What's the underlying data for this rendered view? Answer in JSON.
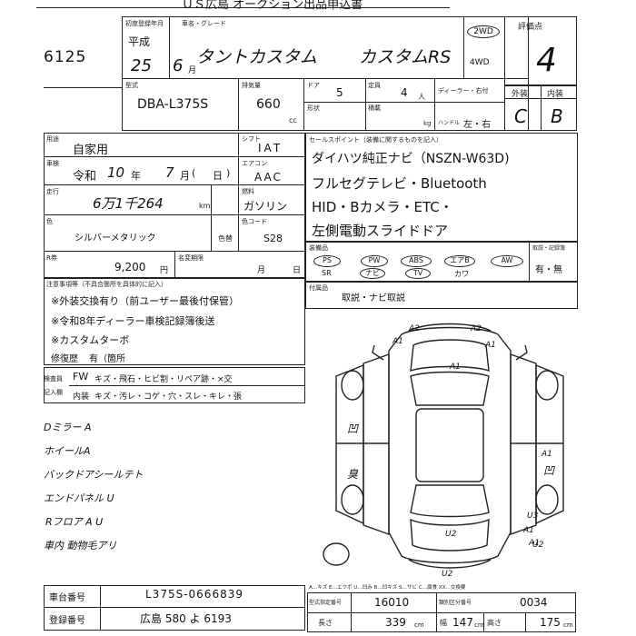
{
  "header": {
    "title": "ＵＳ広島 オークション出品申込書"
  },
  "lot": {
    "number": "6125"
  },
  "registration": {
    "label": "初度登録年月",
    "era": "平成",
    "year": "25",
    "month": "6",
    "month_unit": "月"
  },
  "model": {
    "label": "車名・グレード",
    "name": "タントカスタム",
    "grade": "カスタムRS",
    "drive_2wd": "2WD",
    "drive_4wd": "4WD"
  },
  "score": {
    "label": "評価点",
    "value": "4"
  },
  "type_code": {
    "label": "型式",
    "value": "DBA-L375S"
  },
  "engine": {
    "label": "排気量",
    "value": "660",
    "unit": "cc"
  },
  "doors": {
    "label": "ドア",
    "value": "5"
  },
  "seats": {
    "label": "定員",
    "value": "4",
    "unit": "人"
  },
  "dealer": {
    "label": "ディーラー・右付",
    "handle_label": "ハンドル",
    "handle_value": "左・右"
  },
  "load": {
    "label": "形状",
    "load_label": "積載",
    "unit": "kg"
  },
  "exterior_interior": {
    "ext_label": "外装",
    "int_label": "内装",
    "ext_value": "C",
    "int_value": "B"
  },
  "usage": {
    "label": "用途",
    "value": "自家用"
  },
  "inspection": {
    "label": "車検",
    "era": "令和",
    "year": "10",
    "year_unit": "年",
    "month": "7",
    "month_unit": "月",
    "day": "日",
    "paren_open": "(",
    "paren_close": ")"
  },
  "mileage": {
    "label": "走行",
    "value": "6万1千264",
    "unit": "km"
  },
  "shift": {
    "label": "シフト",
    "value": "IAT"
  },
  "ac": {
    "label": "エアコン",
    "value": "AAC"
  },
  "fuel": {
    "label": "燃料",
    "value": "ガソリン"
  },
  "color": {
    "label": "色",
    "value": "シルバーメタリック",
    "repaint_label": "色替"
  },
  "color_code": {
    "label": "色コード",
    "value": "S28"
  },
  "recycle": {
    "label": "R券",
    "value": "9,200",
    "unit": "円"
  },
  "warranty": {
    "label": "名変期限",
    "month": "月",
    "day": "日"
  },
  "notes": {
    "label": "注意事項等（不具合箇所を具体的に記入）",
    "lines": [
      "※外装交換有り（前ユーザー最後付保管）",
      "※令和8年ディーラー車検記録簿後送",
      "※カスタムターボ"
    ],
    "repair_label": "修復歴",
    "repair_value": "有（箇所"
  },
  "sales_points": {
    "label": "セールスポイント（装備に関するものを記入）",
    "lines": [
      "ダイハツ純正ナビ（NSZN-W63D)",
      "フルセグテレビ・Bluetooth",
      "HID・Bカメラ・ETC・",
      "左側電動スライドドア"
    ]
  },
  "equipment": {
    "label": "装備品",
    "row1": [
      "PS",
      "PW",
      "ABS",
      "エアB",
      "AW"
    ],
    "row2": [
      "SR",
      "ナビ",
      "TV",
      "カワ"
    ],
    "book_label": "取説・記録簿",
    "book_value": "有・無"
  },
  "accessories": {
    "label": "付属品",
    "value": "取説・ナビ取説"
  },
  "inspector": {
    "label1": "検査員",
    "label2": "記入欄",
    "fw": "FW",
    "fw_items": "キズ・飛石・ヒビ割・リペア跡・×交",
    "int": "内装",
    "int_items": "キズ・汚レ・コゲ・穴・スレ・キレ・張"
  },
  "handwritten_notes": [
    "Dミラー A",
    "ホイールA",
    "バックドアシールテト",
    "エンドパネル U",
    "Rフロア A U",
    "車内 動物毛アリ"
  ],
  "diagram_marks": [
    "A2",
    "A1",
    "A2",
    "A1",
    "A1",
    "U2",
    "U3",
    "U2",
    "A1",
    "A1",
    "U2",
    "A1"
  ],
  "diagram_side_marks": [
    "凹",
    "臭",
    "凹"
  ],
  "chassis": {
    "label": "車台番号",
    "value": "L375S-0666839"
  },
  "plate": {
    "label": "登録番号",
    "value": "広島 580 よ 6193"
  },
  "measurements": {
    "legend": "A…キズ E…エクボ U…凹み B…凹キズ S…サビ C…腐食 XX…交換要",
    "rows": [
      {
        "label": "型式指定番号",
        "value": "16010"
      },
      {
        "label": "長さ",
        "value": "339",
        "unit": "cm"
      }
    ],
    "right": [
      {
        "label": "類別区分番号",
        "value": "0034"
      },
      {
        "label": "幅",
        "value": "147",
        "unit": "cm"
      },
      {
        "label": "高さ",
        "value": "175",
        "unit": "cm"
      }
    ]
  }
}
